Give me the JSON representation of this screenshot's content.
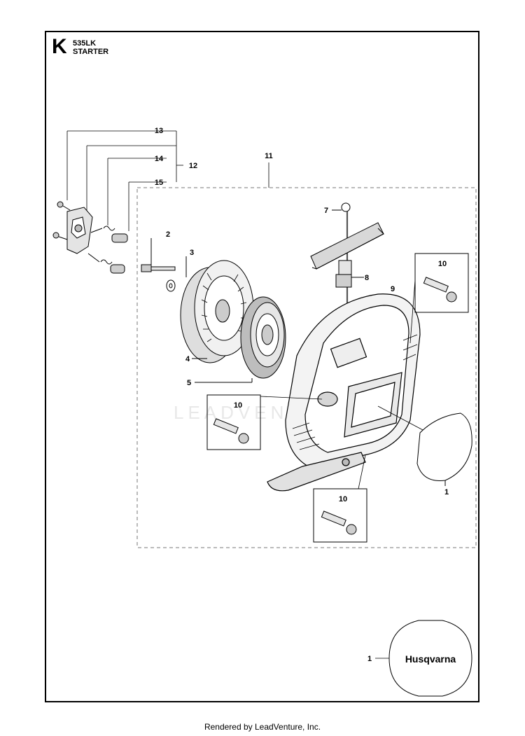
{
  "header": {
    "section_letter": "K",
    "model": "535LK",
    "title": "STARTER"
  },
  "callouts": {
    "c1_cover": "1",
    "c1_logo": "1",
    "c2": "2",
    "c3": "3",
    "c4": "4",
    "c5": "5",
    "c7": "7",
    "c8": "8",
    "c9": "9",
    "c10_top": "10",
    "c10_mid": "10",
    "c10_bottom": "10",
    "c11": "11",
    "c12": "12",
    "c13": "13",
    "c14": "14",
    "c15": "15"
  },
  "logo": {
    "brand": "Husqvarna"
  },
  "watermark": {
    "text": "LEADVENTURE"
  },
  "footer": {
    "text": "Rendered by LeadVenture, Inc."
  }
}
